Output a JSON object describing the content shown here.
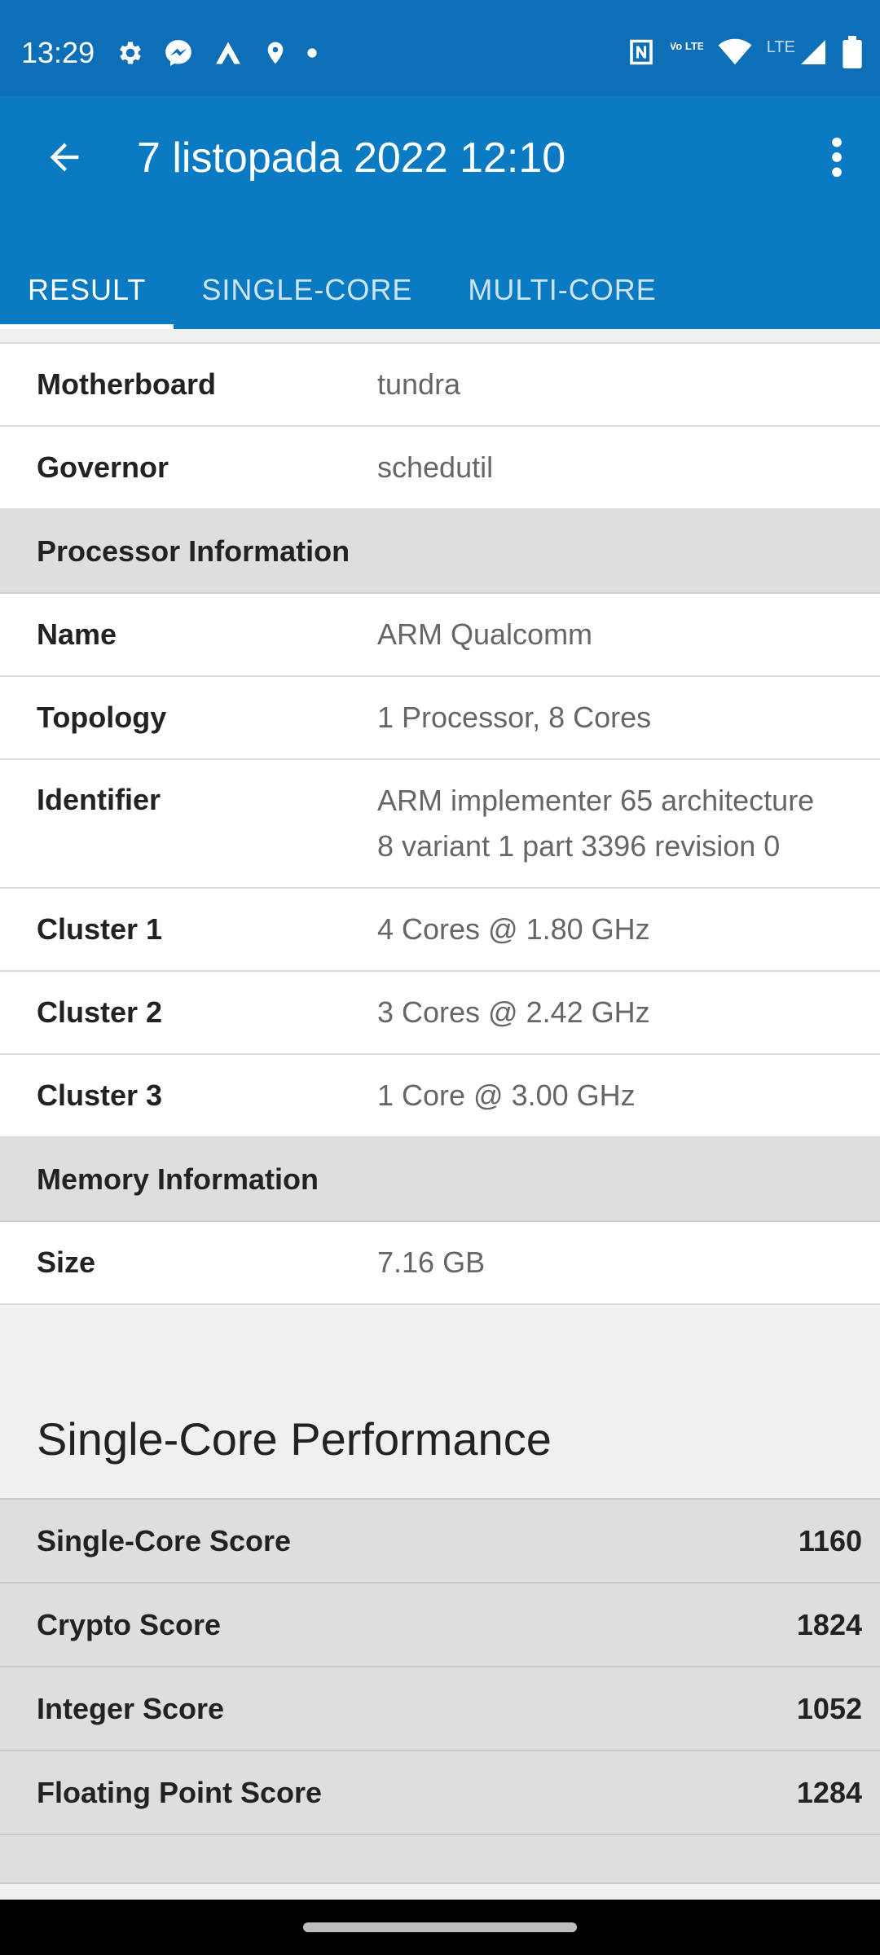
{
  "status_bar": {
    "time": "13:29",
    "left_icons": [
      "gear-icon",
      "messenger-icon",
      "arc-icon",
      "location-icon",
      "dot-icon"
    ],
    "right_icons": [
      "nfc-icon",
      "volte-icon",
      "wifi-icon",
      "lte-signal-icon",
      "battery-icon"
    ],
    "lte_label": "LTE",
    "volte_label": "Vo LTE"
  },
  "app_bar": {
    "title": "7 listopada 2022 12:10",
    "back_icon": "arrow-left-icon",
    "more_icon": "more-vert-icon"
  },
  "tabs": [
    {
      "label": "RESULT",
      "active": true
    },
    {
      "label": "SINGLE-CORE",
      "active": false
    },
    {
      "label": "MULTI-CORE",
      "active": false
    }
  ],
  "system_rows": [
    {
      "label": "Motherboard",
      "value": "tundra"
    },
    {
      "label": "Governor",
      "value": "schedutil"
    }
  ],
  "processor": {
    "heading": "Processor Information",
    "rows": [
      {
        "label": "Name",
        "value": "ARM Qualcomm"
      },
      {
        "label": "Topology",
        "value": "1 Processor, 8 Cores"
      },
      {
        "label": "Identifier",
        "value": "ARM implementer 65 architecture 8 variant 1 part 3396 revision 0"
      },
      {
        "label": "Cluster 1",
        "value": "4 Cores @ 1.80 GHz"
      },
      {
        "label": "Cluster 2",
        "value": "3 Cores @ 2.42 GHz"
      },
      {
        "label": "Cluster 3",
        "value": "1 Core @ 3.00 GHz"
      }
    ]
  },
  "memory": {
    "heading": "Memory Information",
    "rows": [
      {
        "label": "Size",
        "value": "7.16 GB"
      }
    ]
  },
  "single_core": {
    "title": "Single-Core Performance",
    "scores": [
      {
        "label": "Single-Core Score",
        "value": "1160"
      },
      {
        "label": "Crypto Score",
        "value": "1824"
      },
      {
        "label": "Integer Score",
        "value": "1052"
      },
      {
        "label": "Floating Point Score",
        "value": "1284"
      }
    ]
  },
  "colors": {
    "status_bar": "#0d6fb8",
    "app_bar": "#0a7bc2",
    "section_bg": "#dedede"
  }
}
